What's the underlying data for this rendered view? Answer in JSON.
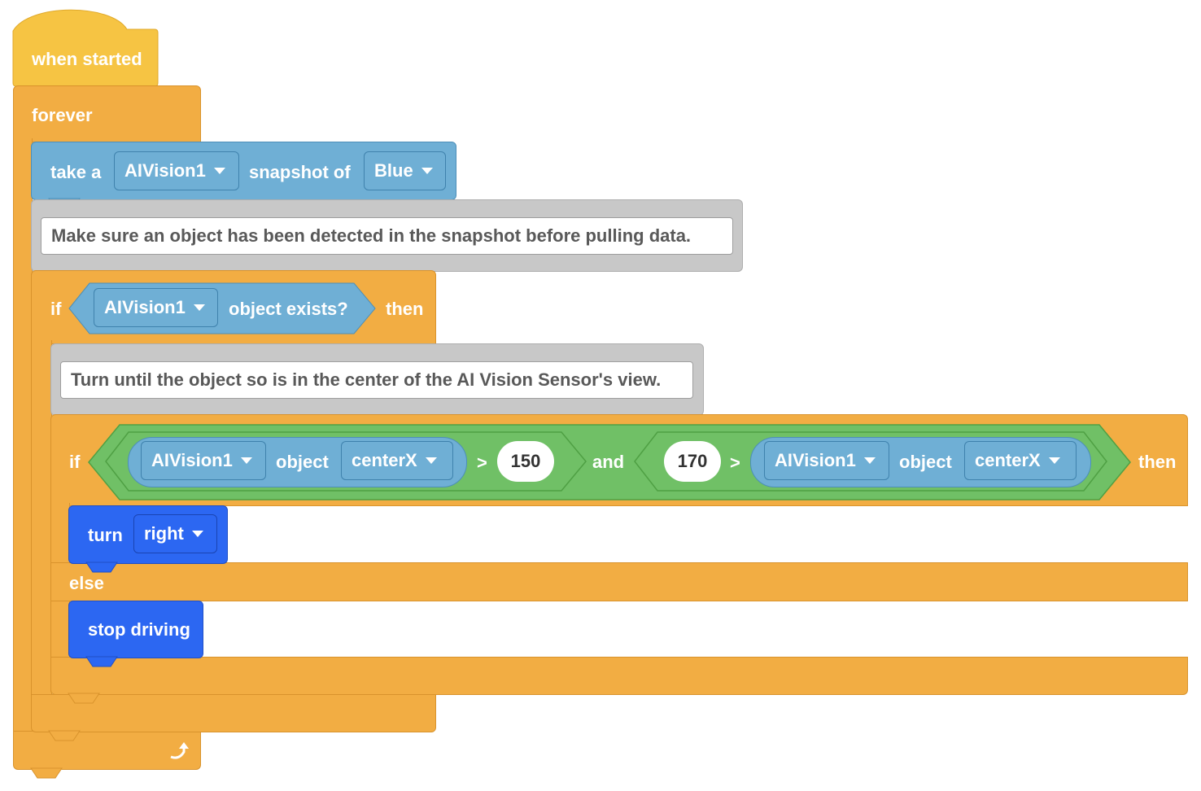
{
  "hat": {
    "label": "when started"
  },
  "forever": {
    "label": "forever",
    "loop_icon": "loop-arrow-icon"
  },
  "snapshot": {
    "prefix": "take a",
    "sensor": "AIVision1",
    "middle": "snapshot of",
    "signature": "Blue"
  },
  "comment1": "Make sure an object has been detected in the snapshot before pulling data.",
  "if_outer": {
    "if_label": "if",
    "sensor": "AIVision1",
    "condition": "object exists?",
    "then_label": "then"
  },
  "comment2": "Turn until the object so is in the center of the AI Vision Sensor's view.",
  "if_inner": {
    "if_label": "if",
    "left": {
      "sensor": "AIVision1",
      "word": "object",
      "property": "centerX",
      "op": ">",
      "value": "150"
    },
    "and_label": "and",
    "right": {
      "value": "170",
      "op": ">",
      "sensor": "AIVision1",
      "word": "object",
      "property": "centerX"
    },
    "then_label": "then",
    "else_label": "else"
  },
  "turn": {
    "label": "turn",
    "direction": "right"
  },
  "stop": {
    "label": "stop driving"
  },
  "colors": {
    "events": "#f6c443",
    "control": "#f2ad43",
    "sensing": "#6fafd5",
    "operators": "#70c066",
    "motion": "#2c67f2",
    "comment": "#c8c8c8"
  }
}
